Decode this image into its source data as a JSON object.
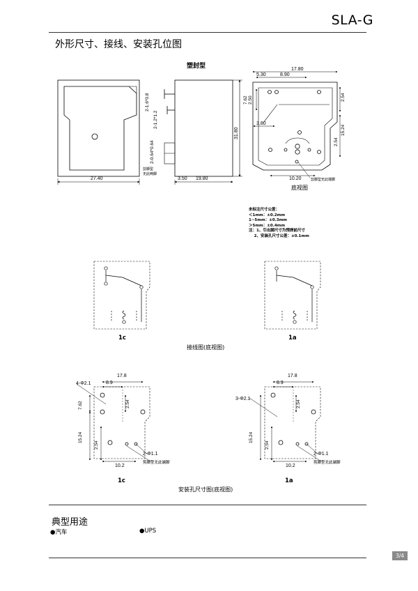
{
  "header": {
    "model": "SLA-G"
  },
  "section_title": "外形尺寸、接线、安装孔位图",
  "drawing": {
    "sealed_label": "塑封型",
    "bottom_view_label": "底视图",
    "cut_pin_note_left": [
      "剪脚型",
      "无此两脚"
    ],
    "cut_pin_note_right": "剪脚型无此端脚",
    "dims": {
      "front_width": "27.40",
      "side_3_50": "3.50",
      "side_19_80": "19.80",
      "side_31_80": "31.80",
      "pin1": "2-1.6*0.8",
      "pin2": "2-1.2*1.2",
      "pin3": "2-0.64*0.64",
      "d_5_30": "5.30",
      "d_8_90": "8.90",
      "d_17_80": "17.80",
      "d_7_62": "7.62",
      "d_2_50": "2.50",
      "d_2_54a": "2.54",
      "d_3_80": "3.80",
      "d_15_24": "15.24",
      "d_2_54b": "2.54",
      "d_10_20": "10.20"
    },
    "tolerance_lines": [
      "未标注尺寸公差：",
      "＜1mm：±0.2mm",
      "1~5mm：±0.3mm",
      "＞5mm：±0.4mm",
      "注：1、引出脚尺寸为预焊前尺寸",
      "    2、安装孔尺寸公差：±0.1mm"
    ]
  },
  "wiring": {
    "caption": "接线图(底视图)",
    "variants": [
      "1c",
      "1a"
    ]
  },
  "mounting": {
    "caption": "安装孔尺寸图(底视图)",
    "variants": [
      "1c",
      "1a"
    ],
    "left": {
      "holes": "4-Φ2.1",
      "small_holes": "2-Φ1.1",
      "note": "剪脚型无此端脚",
      "d17_8": "17.8",
      "d8_9": "8.9",
      "d7_62": "7.62",
      "d2_54a": "2.54",
      "d15_24": "15.24",
      "d2_54b": "2.54",
      "d10_2": "10.2"
    },
    "right": {
      "holes": "3-Φ2.1",
      "small_holes": "2-Φ1.1",
      "note": "剪脚型无此端脚",
      "d17_8": "17.8",
      "d8_9": "8.9",
      "d2_54a": "2.54",
      "d15_24": "15.24",
      "d2_54b": "2.54",
      "d10_2": "10.2"
    }
  },
  "applications": {
    "title": "典型用途",
    "items": [
      "●汽车",
      "●UPS"
    ]
  },
  "footer": {
    "page": "3/4"
  }
}
